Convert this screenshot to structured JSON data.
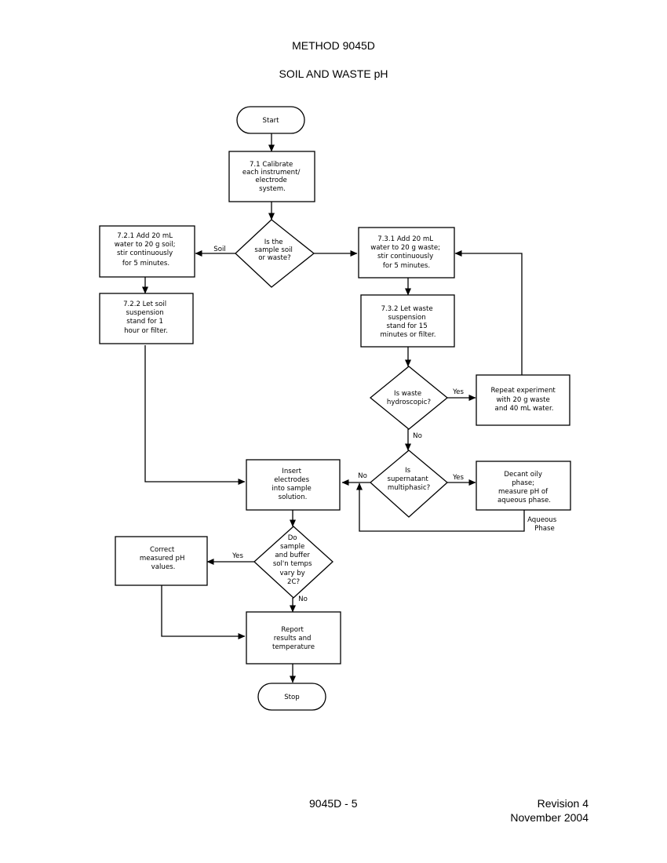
{
  "header": {
    "method": "METHOD 9045D",
    "title": "SOIL AND WASTE pH"
  },
  "flowchart": {
    "start": "Start",
    "calibrate": [
      "7.1 Calibrate",
      "each instrument/",
      "electrode",
      "system."
    ],
    "decision_soil_waste": [
      "Is the",
      "sample soil",
      "or waste?"
    ],
    "label_soil": "Soil",
    "soil_add": [
      "7.2.1 Add 20 mL",
      "water to 20 g soil;",
      "stir continuously",
      "for 5 minutes."
    ],
    "soil_stand": [
      "7.2.2 Let soil",
      "suspension",
      "stand for 1",
      "hour or filter."
    ],
    "waste_add": [
      "7.3.1 Add 20 mL",
      "water to 20 g waste;",
      "stir continuously",
      "for 5 minutes."
    ],
    "waste_stand": [
      "7.3.2 Let waste",
      "suspension",
      "stand for 15",
      "minutes or filter."
    ],
    "decision_hydroscopic": [
      "Is waste",
      "hydroscopic?"
    ],
    "label_yes_hydro": "Yes",
    "label_no_hydro": "No",
    "repeat": [
      "Repeat experiment",
      "with 20 g waste",
      "and 40 mL water."
    ],
    "decision_supernatant": [
      "Is",
      "supernatant",
      "multiphasic?"
    ],
    "label_yes_super": "Yes",
    "label_no_super": "No",
    "decant": [
      "Decant oily",
      "phase;",
      "measure pH of",
      "aqueous phase."
    ],
    "label_aqueous": [
      "Aqueous",
      "Phase"
    ],
    "insert": [
      "Insert",
      "electrodes",
      "into sample",
      "solution."
    ],
    "decision_temp": [
      "Do",
      "sample",
      "and buffer",
      "sol'n temps",
      "vary by",
      "2C?"
    ],
    "label_yes_temp": "Yes",
    "label_no_temp": "No",
    "correct": [
      "Correct",
      "measured pH",
      "values."
    ],
    "report": [
      "Report",
      "results and",
      "temperature"
    ],
    "stop": "Stop"
  },
  "footer": {
    "page": "9045D - 5",
    "revision": "Revision 4",
    "date": "November 2004"
  }
}
